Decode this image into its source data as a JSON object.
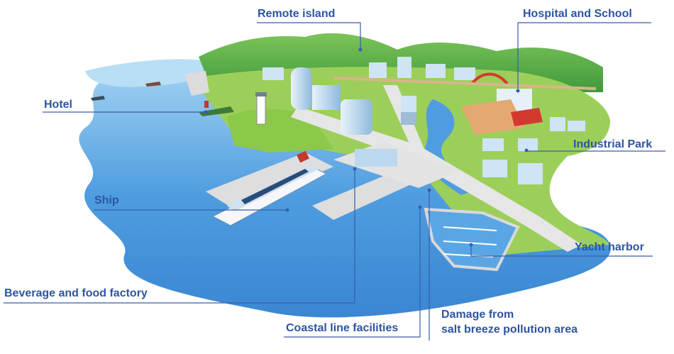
{
  "labels": {
    "remote_island": "Remote island",
    "hospital_school": "Hospital and School",
    "hotel": "Hotel",
    "industrial_park": "Industrial Park",
    "ship": "Ship",
    "yacht_harbor": "Yacht harbor",
    "beverage_factory": "Beverage and food factory",
    "coastal_line": "Coastal line facilities",
    "damage_line1": "Damage from",
    "damage_line2": "salt breeze pollution area"
  },
  "colors": {
    "label_text": "#2d55a0",
    "leader_line": "#3a5ea8",
    "sea": "#3f8fd8",
    "sea_light": "#8cc4ee",
    "land": "#8cc84a",
    "land_dark": "#3f9a3a",
    "mountain": "#5fb14a",
    "road": "#e3e3e3",
    "building": "#cfe4f5",
    "roof_red": "#d23a30"
  }
}
